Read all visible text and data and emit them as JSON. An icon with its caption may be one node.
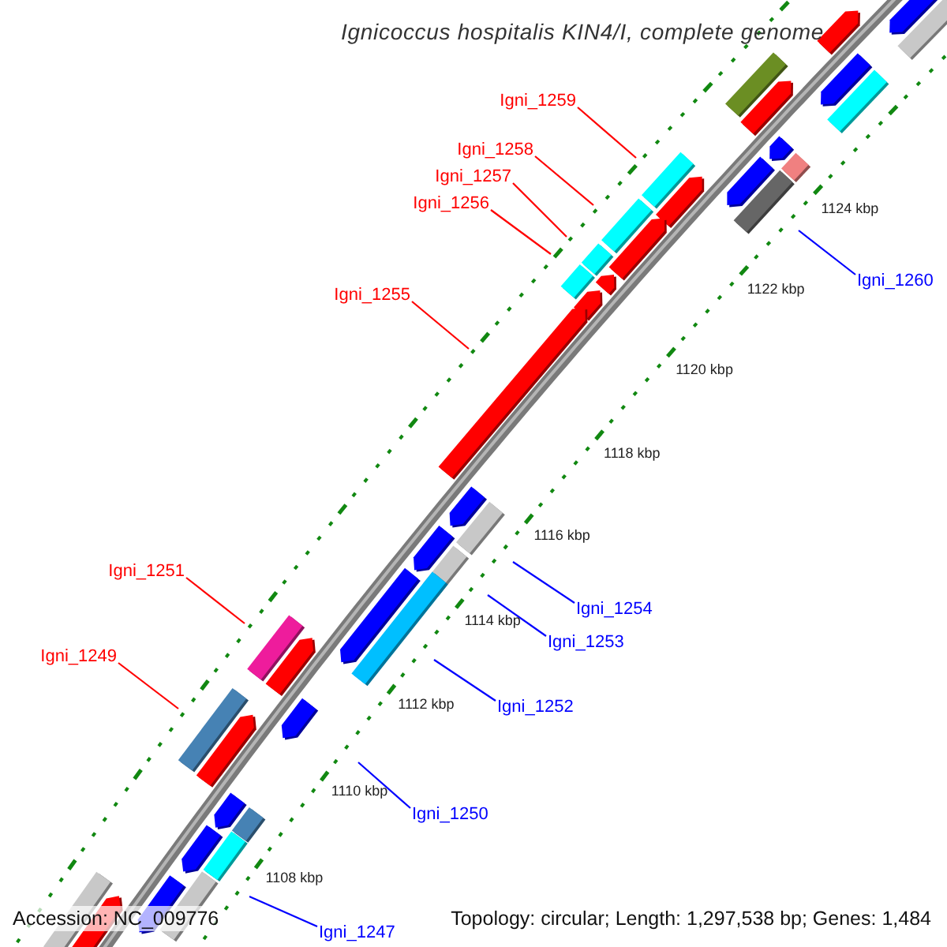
{
  "diagram": {
    "title": "Ignicoccus hospitalis KIN4/I, complete genome",
    "nodes": [
      {
        "text": [
          "Igni_1259"
        ]
      },
      {
        "text": [
          "Igni_1258"
        ]
      },
      {
        "text": [
          "Igni_1257"
        ]
      },
      {
        "text": [
          "Igni_1256"
        ]
      },
      {
        "text": [
          "Igni_1260"
        ]
      },
      {
        "text": [
          "Igni_1255"
        ]
      },
      {
        "text": [
          "Igni_1251"
        ]
      },
      {
        "text": [
          "Igni_1254"
        ]
      },
      {
        "text": [
          "Igni_1253"
        ]
      },
      {
        "text": [
          "Igni_1249"
        ]
      },
      {
        "text": [
          "Igni_1252"
        ]
      },
      {
        "text": [
          "Igni_1250"
        ]
      },
      {
        "text": [
          "Igni_1247"
        ]
      }
    ],
    "edges": [
      {
        "from": 0,
        "to": null,
        "arrow": "none"
      },
      {
        "from": 1,
        "to": null,
        "arrow": "none"
      },
      {
        "from": 2,
        "to": null,
        "arrow": "none"
      },
      {
        "from": 3,
        "to": null,
        "arrow": "none"
      },
      {
        "from": 4,
        "to": null,
        "arrow": "none",
        "color": "#0000ff"
      },
      {
        "from": 5,
        "to": null,
        "arrow": "none"
      },
      {
        "from": 6,
        "to": null,
        "arrow": "none"
      },
      {
        "from": 7,
        "to": null,
        "arrow": "none",
        "color": "#0000ff"
      },
      {
        "from": 8,
        "to": null,
        "arrow": "none",
        "color": "#0000ff"
      },
      {
        "from": 9,
        "to": null,
        "arrow": "none"
      },
      {
        "from": 10,
        "to": null,
        "arrow": "none",
        "color": "#0000ff"
      },
      {
        "from": 11,
        "to": null,
        "arrow": "none",
        "color": "#0000ff"
      },
      {
        "from": 12,
        "to": null,
        "arrow": "none",
        "color": "#0000ff"
      }
    ],
    "labels": [
      "1124 kbp",
      "1122 kbp",
      "1120 kbp",
      "1118 kbp",
      "1116 kbp",
      "1114 kbp",
      "1112 kbp",
      "1110 kbp",
      "1108 kbp",
      "Accession: NC_009776",
      "Topology: circular; Length: 1,297,538 bp; Genes: 1,484"
    ]
  }
}
